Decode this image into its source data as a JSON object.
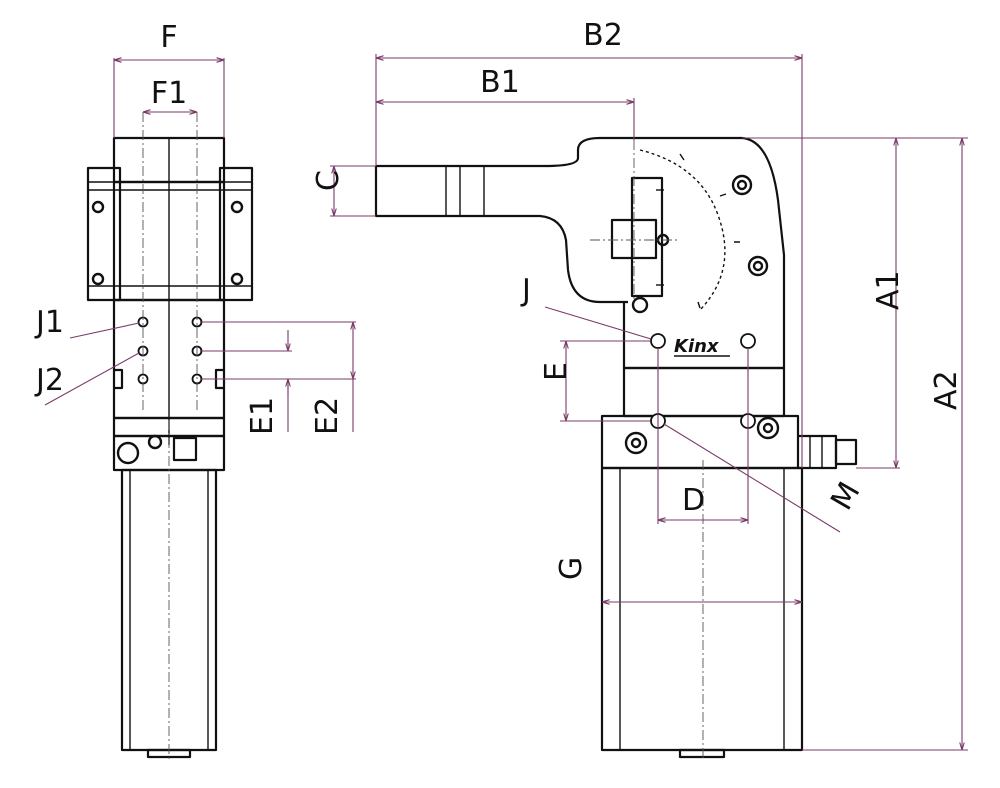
{
  "labels": {
    "F": "F",
    "F1": "F1",
    "J1": "J1",
    "J2": "J2",
    "E1": "E1",
    "E2": "E2",
    "B1": "B1",
    "B2": "B2",
    "C": "C",
    "J": "J",
    "E": "E",
    "D": "D",
    "G": "G",
    "M": "M",
    "A1": "A1",
    "A2": "A2"
  },
  "logo_text": "Kinx",
  "colors": {
    "line": "#111111",
    "dimension": "#7b3b6a"
  }
}
